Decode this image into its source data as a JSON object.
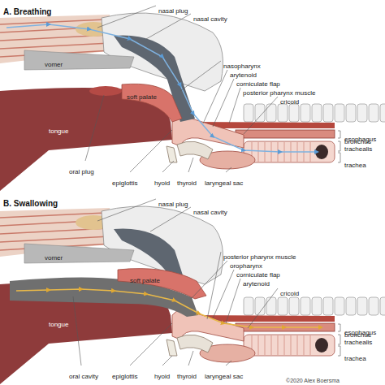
{
  "diagram": {
    "labels": [
      "A. Breathing",
      "nasal plug",
      "nasal cavity",
      "vomer",
      "nasopharynx",
      "arytenoid",
      "corniculate flap",
      "posterior pharynx muscle",
      "cricoid",
      "tongue",
      "soft palate",
      "esophagus",
      "bronchus trachealis",
      "trachea",
      "oral plug",
      "epiglottis",
      "hyoid",
      "thyroid",
      "laryngeal sac",
      "B. Swallowing",
      "nasal plug",
      "nasal cavity",
      "vomer",
      "posterior pharynx muscle",
      "oropharynx",
      "corniculate flap",
      "arytenoid",
      "cricoid",
      "tongue",
      "soft palate",
      "esophagus",
      "bronchus trachealis",
      "trachea",
      "oral cavity",
      "epiglottis",
      "hyoid",
      "thyroid",
      "laryngeal sac",
      "©2020 Alex Boersma"
    ]
  }
}
